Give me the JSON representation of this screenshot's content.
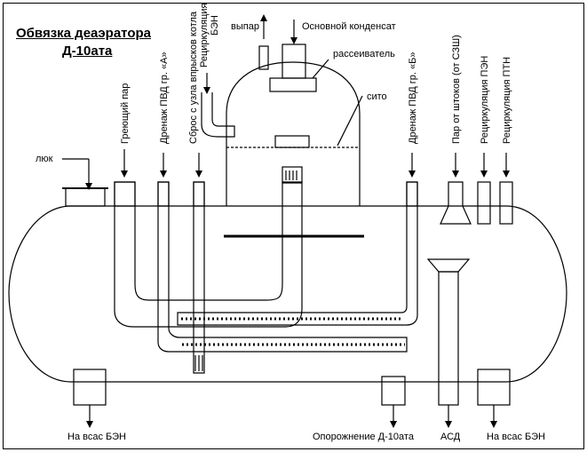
{
  "title": {
    "line1": "Обвязка деаэратора",
    "line2": "Д-10ата"
  },
  "labels": {
    "vypar": "выпар",
    "osnovnoy_kondensat": "Основной конденсат",
    "rasseivatel": "рассеиватель",
    "sito": "сито",
    "lyuk": "люк",
    "greyushchiy_par": "Греющий пар",
    "drenazh_pvd_a": "Дренаж ПВД гр. «А»",
    "sbros": "Сброс с узла впрысков котла",
    "recirc_ben_1": "Рециркуляция",
    "recirc_ben_2": "БЭН",
    "drenazh_pvd_b": "Дренаж ПВД гр. «Б»",
    "par_ot_shtokov": "Пар от штоков (от СЗШ)",
    "recirc_pen": "Рециркуляция ПЭН",
    "recirc_ptn": "Рециркуляция ПТН",
    "na_vsas_ben_left": "На всас БЭН",
    "oporozhnenie": "Опорожнение Д-10ата",
    "asd": "АСД",
    "na_vsas_ben_right": "На всас БЭН"
  }
}
